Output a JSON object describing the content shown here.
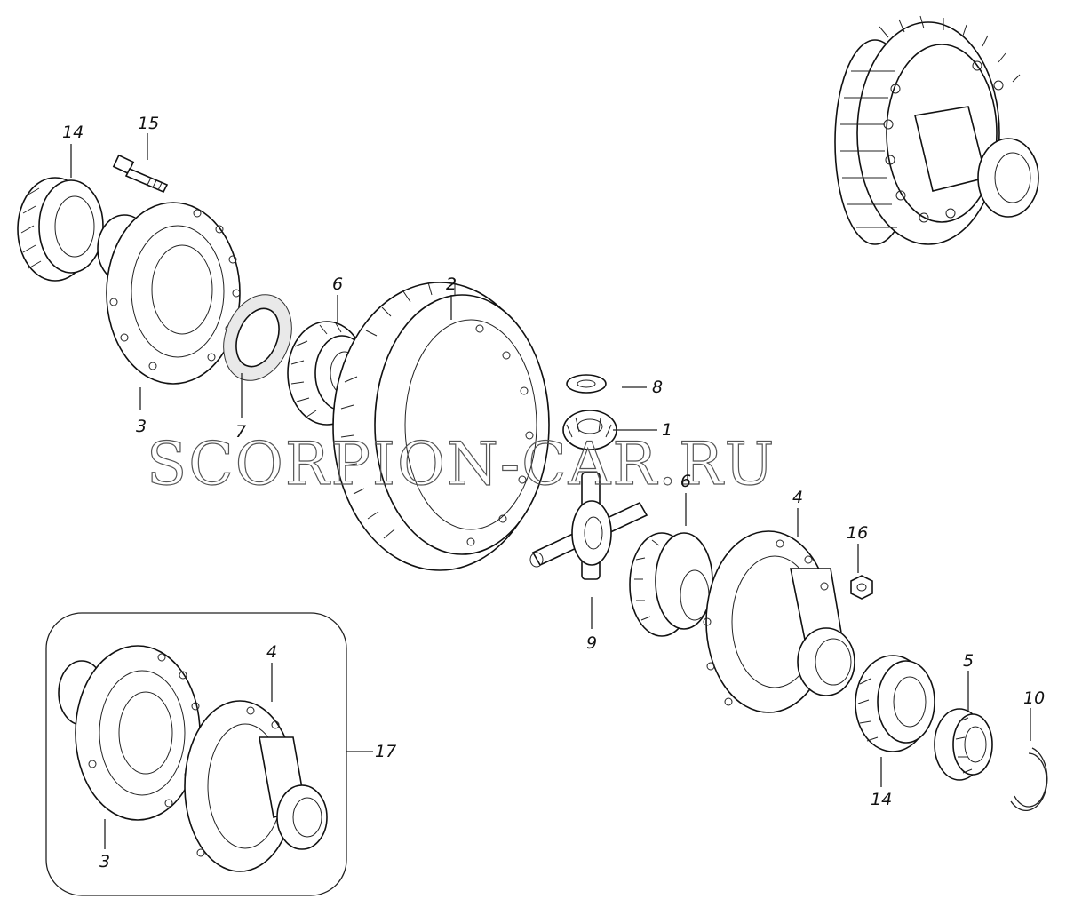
{
  "watermark": "SCORPION-CAR.RU",
  "callouts": {
    "c1": "1",
    "c2": "2",
    "c3_top": "3",
    "c3_inset": "3",
    "c4_main": "4",
    "c4_inset": "4",
    "c5": "5",
    "c6_left": "6",
    "c6_right": "6",
    "c7": "7",
    "c8": "8",
    "c9": "9",
    "c10": "10",
    "c14_top": "14",
    "c14_bottom": "14",
    "c15": "15",
    "c16": "16",
    "c17": "17"
  }
}
